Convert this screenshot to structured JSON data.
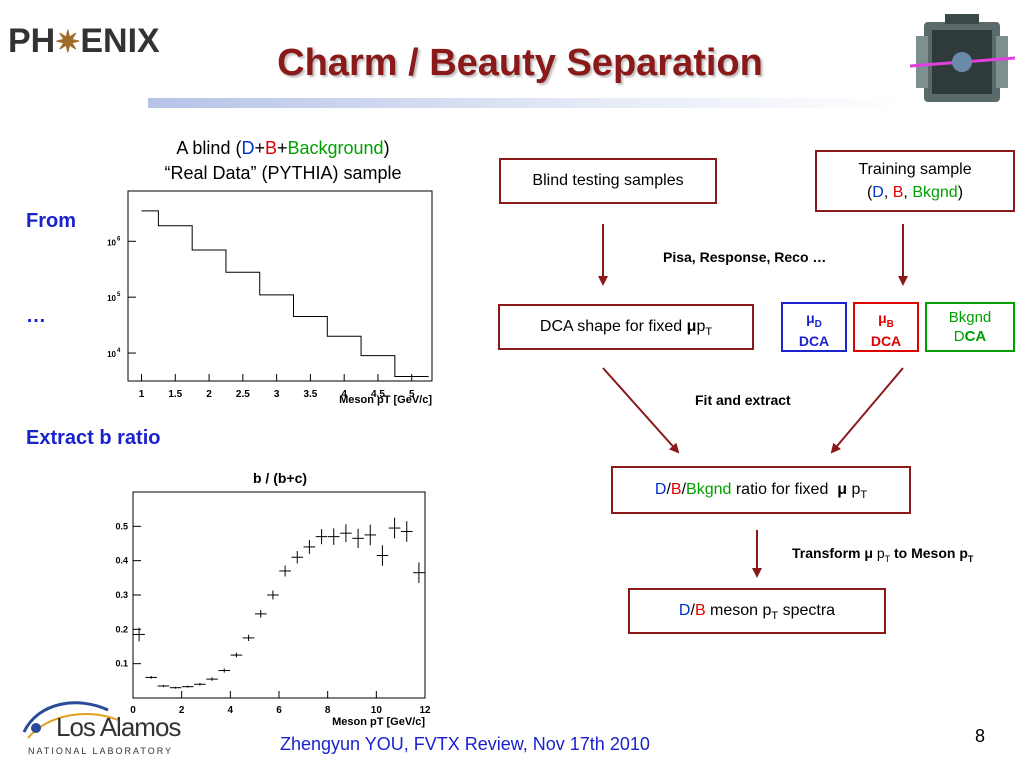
{
  "header": {
    "logo_left": "PH",
    "logo_right": "ENIX",
    "title": "Charm / Beauty Separation"
  },
  "sample": {
    "line1_prefix": "A blind (",
    "d": "D",
    "plus1": "+",
    "b": "B",
    "plus2": "+",
    "bkg": "Background",
    "line1_suffix": ")",
    "line2": "“Real Data” (PYTHIA) sample"
  },
  "labels": {
    "from": "From",
    "ellipsis": "…",
    "extract": "Extract b ratio"
  },
  "flow": {
    "blind_testing": "Blind testing samples",
    "training_line1": "Training sample",
    "training_open": "(",
    "training_d": "D",
    "training_sep1": ", ",
    "training_b": "B",
    "training_sep2": ", ",
    "training_bkg": "Bkgnd",
    "training_close": ")",
    "pisa": "Pisa, Response, Reco …",
    "dca_shape_prefix": "DCA shape for fixed ",
    "dca_shape_mu": "μ",
    "dca_shape_p": "p",
    "dca_shape_sub": "T",
    "mu_d_mu": "μ",
    "mu_d_sub": "D",
    "mu_d_dca": "DCA",
    "mu_b_mu": "μ",
    "mu_b_sub": "B",
    "mu_b_dca": "DCA",
    "bkgnd_line1": "Bkgnd",
    "bkgnd_d": "D",
    "bkgnd_ca": "CA",
    "fit": "Fit and extract",
    "ratio_d": "D",
    "ratio_slash1": "/",
    "ratio_b": "B",
    "ratio_slash2": "/",
    "ratio_bkg": "Bkgnd",
    "ratio_text": " ratio for fixed  ",
    "ratio_mu": "μ",
    "ratio_p": " p",
    "ratio_sub": "T",
    "transform_prefix": "Transform μ ",
    "transform_p": "p",
    "transform_sub": "T",
    "transform_mid": " to Meson p",
    "transform_sub2": "T",
    "spectra_d": "D",
    "spectra_slash": "/",
    "spectra_b": "B",
    "spectra_text": " meson p",
    "spectra_sub": "T",
    "spectra_end": " spectra"
  },
  "footer": {
    "text": "Zhengyun YOU, FVTX Review, Nov 17th 2010",
    "page": "8",
    "lanl_main": "Los Alamos",
    "lanl_sub": "NATIONAL LABORATORY"
  },
  "colors": {
    "title": "#8a1a1a",
    "d": "#0033cc",
    "b": "#e00000",
    "bkgnd": "#00a000",
    "arrow": "#8a1a1a"
  },
  "chart_data": [
    {
      "type": "line",
      "style": "step",
      "xlabel": "Meson pT [GeV/c]",
      "log_y": true,
      "xlim": [
        0.8,
        5.3
      ],
      "ylim_log10": [
        3.5,
        6.9
      ],
      "xticks": [
        1,
        1.5,
        2,
        2.5,
        3,
        3.5,
        4,
        4.5,
        5
      ],
      "xticklabels": [
        "1",
        "1.5",
        "2",
        "2.5",
        "3",
        "3.5",
        "4",
        "4.5",
        "5"
      ],
      "yticks_log10": [
        4,
        5,
        6
      ],
      "yticklabels": [
        "10",
        "10",
        "10"
      ],
      "yticksup": [
        "4",
        "5",
        "6"
      ],
      "bin_edges": [
        1,
        1.25,
        1.75,
        2.25,
        2.75,
        3.25,
        3.75,
        4.25,
        4.75,
        5.25
      ],
      "values": [
        3500000,
        1900000,
        700000,
        280000,
        110000,
        45000,
        20000,
        9000,
        3800
      ]
    },
    {
      "type": "scatter",
      "style": "errorbar",
      "title": "b / (b+c)",
      "xlabel": "Meson pT [GeV/c]",
      "xlim": [
        0,
        12
      ],
      "ylim": [
        0,
        0.6
      ],
      "xticks": [
        0,
        2,
        4,
        6,
        8,
        10,
        12
      ],
      "xticklabels": [
        "0",
        "2",
        "4",
        "6",
        "8",
        "10",
        "12"
      ],
      "yticks": [
        0.1,
        0.2,
        0.3,
        0.4,
        0.5
      ],
      "yticklabels": [
        "0.1",
        "0.2",
        "0.3",
        "0.4",
        "0.5"
      ],
      "x": [
        0.25,
        0.75,
        1.25,
        1.75,
        2.25,
        2.75,
        3.25,
        3.75,
        4.25,
        4.75,
        5.25,
        5.75,
        6.25,
        6.75,
        7.25,
        7.75,
        8.25,
        8.75,
        9.25,
        9.75,
        10.25,
        10.75,
        11.25,
        11.75
      ],
      "y": [
        0.185,
        0.06,
        0.035,
        0.03,
        0.033,
        0.04,
        0.055,
        0.08,
        0.125,
        0.175,
        0.245,
        0.3,
        0.37,
        0.41,
        0.44,
        0.47,
        0.47,
        0.48,
        0.465,
        0.475,
        0.415,
        0.495,
        0.485,
        0.365
      ],
      "yerr": [
        0.02,
        0.004,
        0.003,
        0.003,
        0.003,
        0.004,
        0.005,
        0.006,
        0.007,
        0.009,
        0.011,
        0.013,
        0.016,
        0.018,
        0.02,
        0.022,
        0.024,
        0.026,
        0.028,
        0.03,
        0.03,
        0.03,
        0.03,
        0.03
      ]
    }
  ]
}
